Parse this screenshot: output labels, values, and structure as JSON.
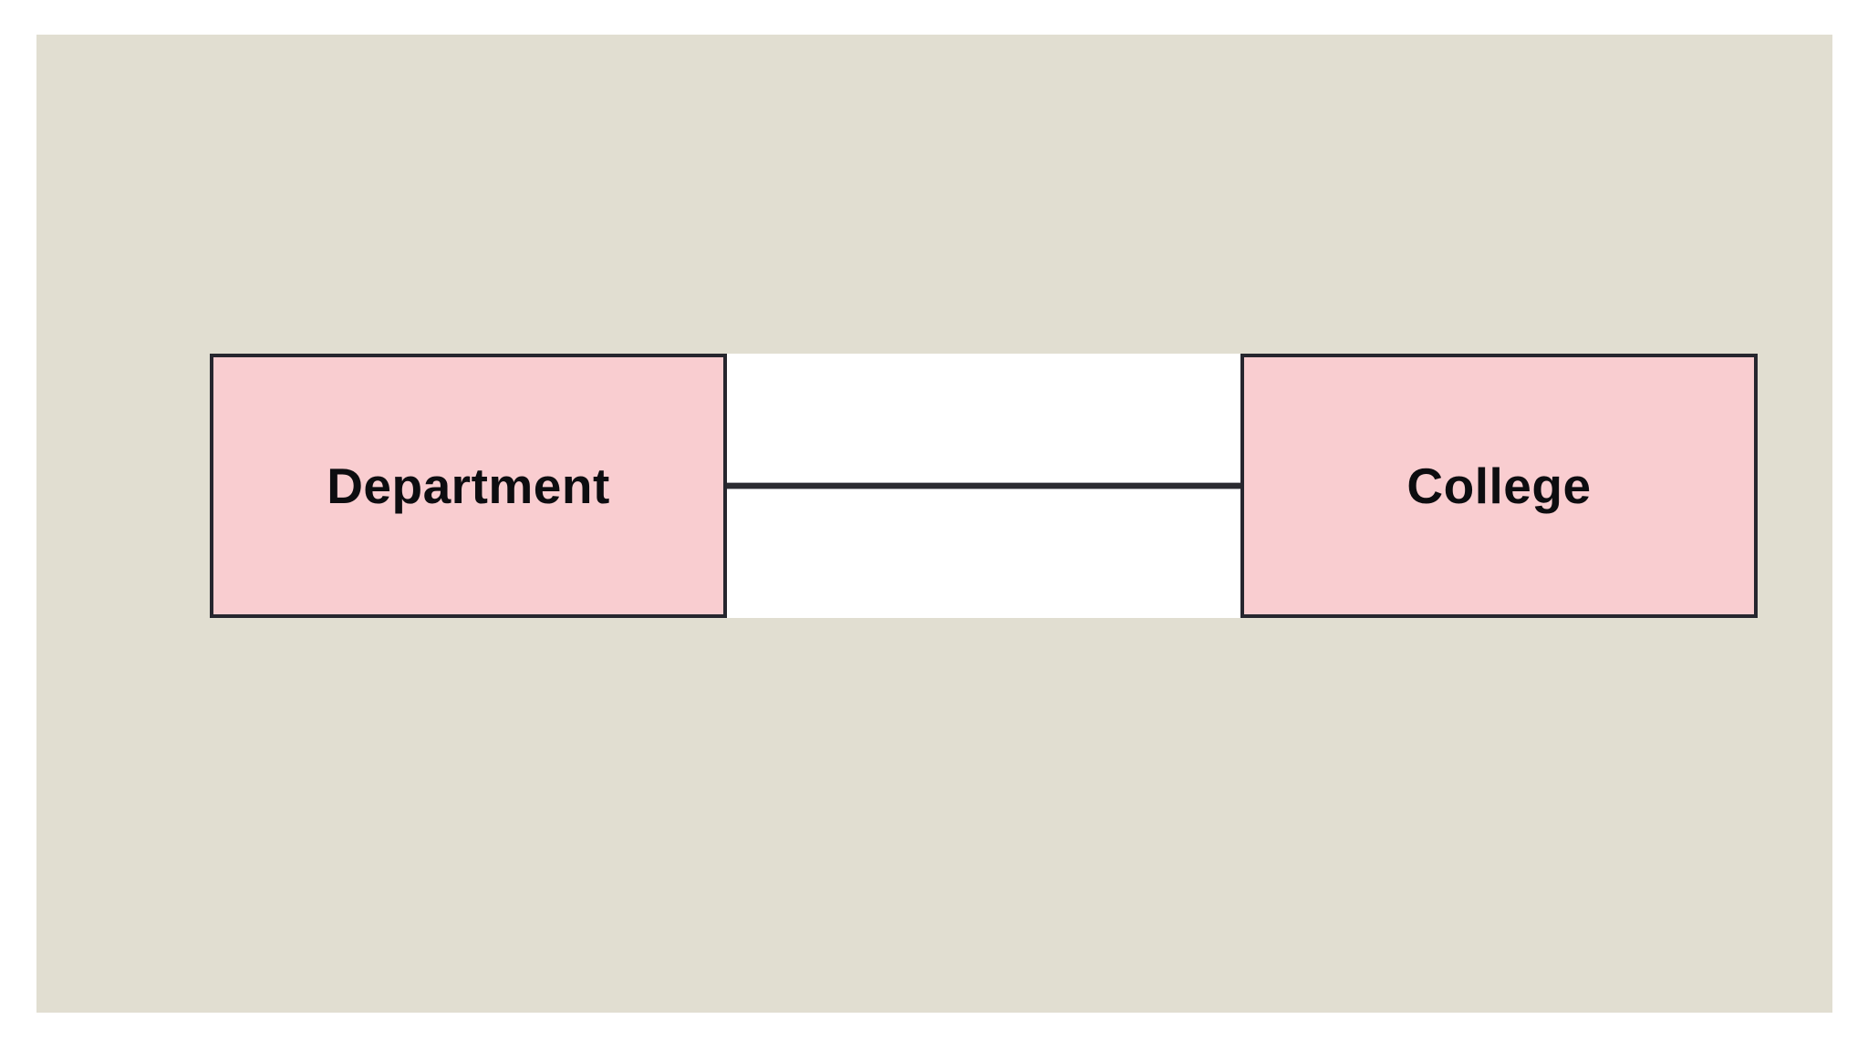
{
  "diagram": {
    "type": "entity-relationship",
    "page_background": "#ffffff",
    "canvas_color": "#e1ded1",
    "entities": [
      {
        "label": "Department",
        "fill": "#f9cdd0",
        "border_color": "#26262e",
        "text_color": "#0d0d10"
      },
      {
        "label": "College",
        "fill": "#f9cdd0",
        "border_color": "#26262e",
        "text_color": "#0d0d10"
      }
    ],
    "connector": {
      "from": "Department",
      "to": "College",
      "style": "solid-line",
      "line_color": "#2b2b31",
      "band_color": "#ffffff"
    }
  }
}
